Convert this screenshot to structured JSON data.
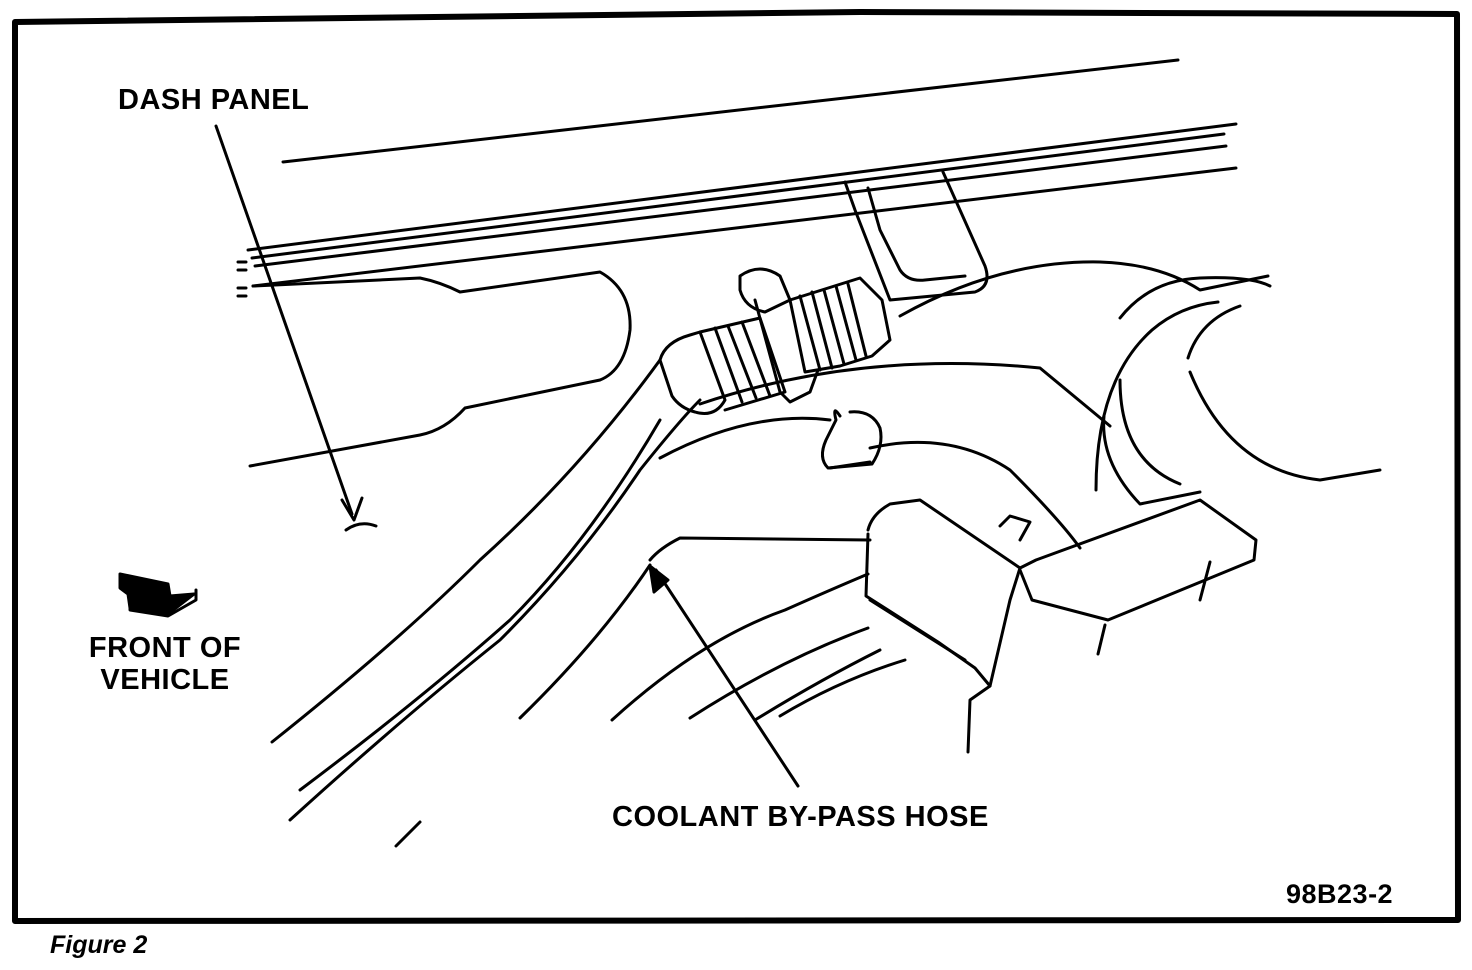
{
  "labels": {
    "dash_panel": "DASH PANEL",
    "front_line1": "FRONT OF",
    "front_line2": "VEHICLE",
    "coolant_hose": "COOLANT BY-PASS HOSE",
    "figure_code": "98B23-2"
  },
  "caption": "Figure 2"
}
